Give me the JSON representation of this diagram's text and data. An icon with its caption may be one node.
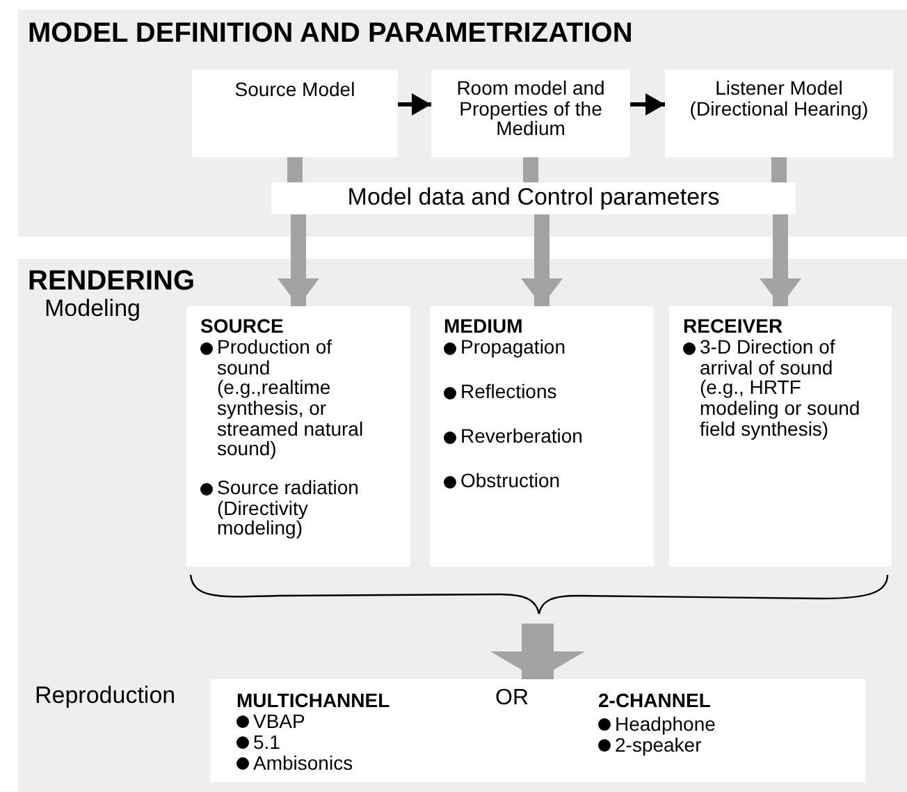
{
  "diagram": {
    "nodes": [
      {
        "text": [
          "MODEL DEFINITION AND PARAMETRIZATION"
        ]
      },
      {
        "text": [
          "Source Model"
        ],
        "in": 0
      },
      {
        "text": [
          "Room model and Properties of the Medium"
        ],
        "in": 0
      },
      {
        "text": [
          "Listener Model (Directional Hearing)"
        ],
        "in": 0
      },
      {
        "text": [
          "Model data and Control parameters"
        ],
        "in": 0
      },
      {
        "text": [
          "RENDERING"
        ]
      },
      {
        "text": [
          "SOURCE",
          "Production of sound (e.g.,realtime synthesis, or streamed natural sound)",
          "Source radiation (Directivity modeling)"
        ],
        "in": 5
      },
      {
        "text": [
          "MEDIUM",
          "Propagation",
          "Reflections",
          "Reverberation",
          "Obstruction"
        ],
        "in": 5
      },
      {
        "text": [
          "RECEIVER",
          "3-D Direction of arrival of sound (e.g., HRTF modeling or sound field synthesis)"
        ],
        "in": 5
      },
      {
        "text": [],
        "shape": "brace",
        "in": 5
      },
      {
        "text": [
          "MULTICHANNEL",
          "VBAP",
          "5.1",
          "Ambisonics",
          "OR",
          "2-CHANNEL",
          "Headphone",
          "2-speaker"
        ],
        "in": 5
      }
    ],
    "edges": [
      {
        "from": 1,
        "to": 2,
        "arrow": "to",
        "color": "#000000"
      },
      {
        "from": 2,
        "to": 3,
        "arrow": "to",
        "color": "#000000"
      },
      {
        "from": 1,
        "to": 4,
        "arrow": "none"
      },
      {
        "from": 2,
        "to": 4,
        "arrow": "none"
      },
      {
        "from": 3,
        "to": 4,
        "arrow": "none"
      },
      {
        "from": 4,
        "to": 6,
        "arrow": "to"
      },
      {
        "from": 4,
        "to": 7,
        "arrow": "to"
      },
      {
        "from": 4,
        "to": 8,
        "arrow": "to"
      },
      {
        "from": 9,
        "to": 10,
        "arrow": "to",
        "style": "thick"
      }
    ],
    "labels": [
      "Modeling",
      "Reproduction"
    ]
  }
}
